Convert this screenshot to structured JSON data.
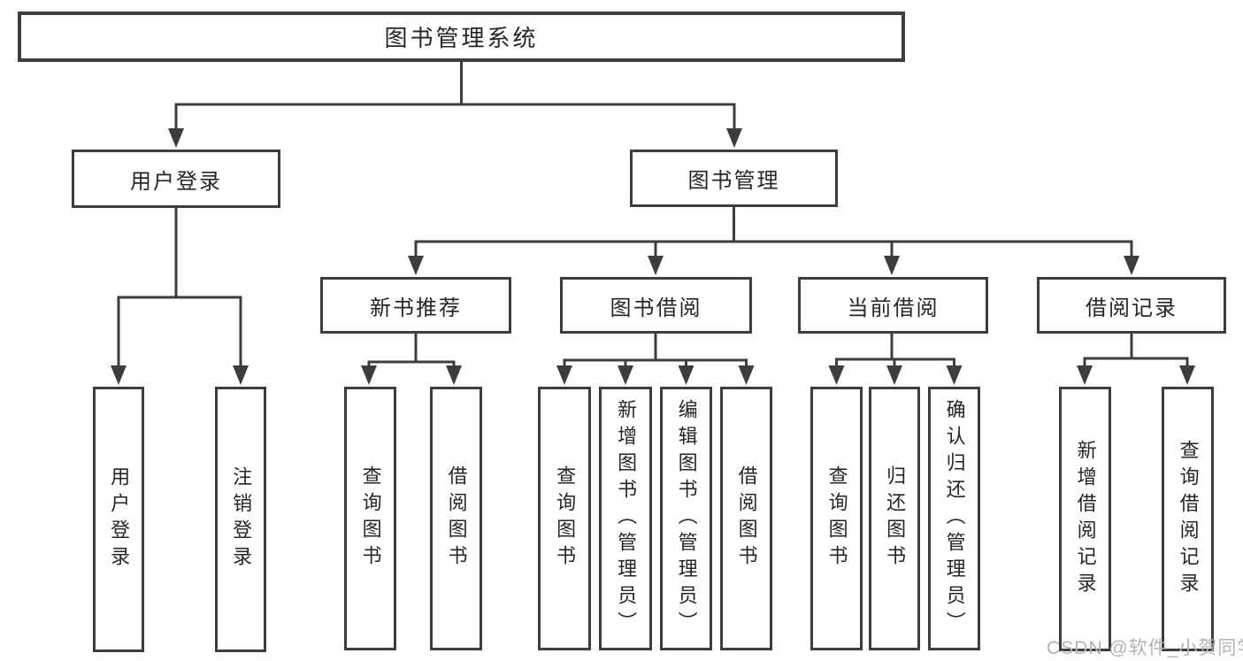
{
  "colors": {
    "stroke": "#3d3d3d",
    "box_border": "#3d3d3d",
    "text": "#262626",
    "background": "#ffffff",
    "watermark": "#b7b2b2"
  },
  "watermark": {
    "text": "CSDN @软件_小贺同学"
  },
  "tree": {
    "root": {
      "label": "图书管理系统",
      "children": [
        {
          "label": "用户登录",
          "children": [
            {
              "label": "用户登录"
            },
            {
              "label": "注销登录"
            }
          ]
        },
        {
          "label": "图书管理",
          "children": [
            {
              "label": "新书推荐",
              "children": [
                {
                  "label": "查询图书"
                },
                {
                  "label": "借阅图书"
                }
              ]
            },
            {
              "label": "图书借阅",
              "children": [
                {
                  "label": "查询图书"
                },
                {
                  "label": "新增图书（管理员）"
                },
                {
                  "label": "编辑图书（管理员）"
                },
                {
                  "label": "借阅图书"
                }
              ]
            },
            {
              "label": "当前借阅",
              "children": [
                {
                  "label": "查询图书"
                },
                {
                  "label": "归还图书"
                },
                {
                  "label": "确认归还（管理员）"
                }
              ]
            },
            {
              "label": "借阅记录",
              "children": [
                {
                  "label": "新增借阅记录"
                },
                {
                  "label": "查询借阅记录"
                }
              ]
            }
          ]
        }
      ]
    }
  }
}
